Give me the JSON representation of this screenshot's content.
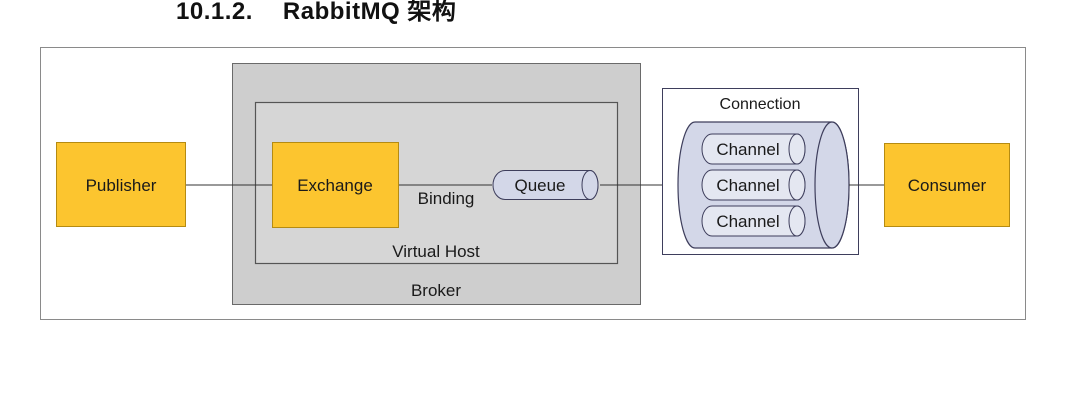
{
  "heading": {
    "number": "10.1.2.",
    "title": "RabbitMQ 架构"
  },
  "diagram": {
    "publisher": "Publisher",
    "broker": "Broker",
    "virtual_host": "Virtual Host",
    "exchange": "Exchange",
    "binding": "Binding",
    "queue": "Queue",
    "connection": "Connection",
    "channels": [
      "Channel",
      "Channel",
      "Channel"
    ],
    "consumer": "Consumer"
  },
  "colors": {
    "node_fill": "#FCC52F",
    "node_stroke": "#B58B12",
    "broker_fill": "#CECECE",
    "virtual_host_fill": "#D6D6D6",
    "queue_fill": "#D3D7E8",
    "channel_fill": "#D3D7E8",
    "connection_border": "#3E3E5C",
    "line": "#333333"
  }
}
